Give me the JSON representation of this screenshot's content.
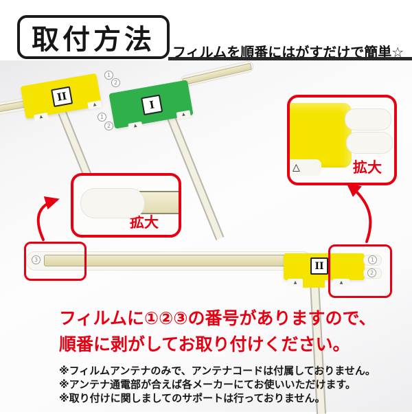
{
  "header": {
    "title": "取付方法",
    "subtitle": "フィルムを順番にはがすだけで簡単☆"
  },
  "films": {
    "yellow_label": "II",
    "green_label": "I"
  },
  "markers": {
    "m1": "1",
    "m2": "2",
    "m3": "3"
  },
  "callouts": {
    "zoom_label": "拡大"
  },
  "instruction": {
    "line1": "フィルムに①②③の番号がありますので、",
    "line2": "順番に剥がしてお取り付けください。"
  },
  "notes": [
    "※フィルムアンテナのみで、アンテナコードは付属しておりません。",
    "※アンテナ通電部が合えば各メーカーにてお使いいただけます。",
    "※取り付けに関しましてのサポートは行っておりません。"
  ],
  "icons": {
    "triangle_filled": "▲",
    "triangle_outline": "△"
  },
  "colors": {
    "accent_red": "#e60012",
    "film_yellow": "#f5e400",
    "film_green": "#2fb04a",
    "bar_cream": "#e8e2bf"
  }
}
